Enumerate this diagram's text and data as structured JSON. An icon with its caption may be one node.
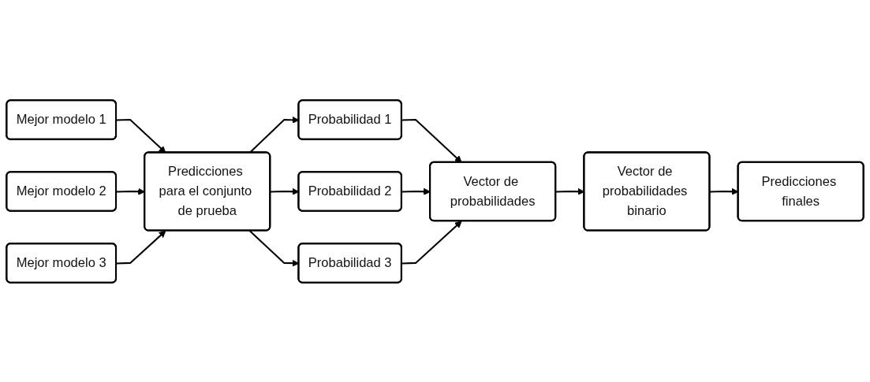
{
  "diagram": {
    "nodes": [
      {
        "text": [
          "Mejor modelo 1"
        ]
      },
      {
        "text": [
          "Mejor modelo 2"
        ]
      },
      {
        "text": [
          "Mejor modelo 3"
        ]
      },
      {
        "text": [
          "Predicciones para el conjunto de prueba"
        ]
      },
      {
        "text": [
          "Probabilidad 1"
        ]
      },
      {
        "text": [
          "Probabilidad 2"
        ]
      },
      {
        "text": [
          "Probabilidad 3"
        ]
      },
      {
        "text": [
          "Vector de probabilidades"
        ]
      },
      {
        "text": [
          "Vector de probabilidades binario"
        ]
      },
      {
        "text": [
          "Predicciones finales"
        ]
      }
    ],
    "edges": [
      {
        "from": 0,
        "to": 3,
        "arrow": "to"
      },
      {
        "from": 1,
        "to": 3,
        "arrow": "to"
      },
      {
        "from": 2,
        "to": 3,
        "arrow": "to"
      },
      {
        "from": 3,
        "to": 4,
        "arrow": "to"
      },
      {
        "from": 3,
        "to": 5,
        "arrow": "to"
      },
      {
        "from": 3,
        "to": 6,
        "arrow": "to"
      },
      {
        "from": 4,
        "to": 7,
        "arrow": "to"
      },
      {
        "from": 5,
        "to": 7,
        "arrow": "to"
      },
      {
        "from": 6,
        "to": 7,
        "arrow": "to"
      },
      {
        "from": 7,
        "to": 8,
        "arrow": "to"
      },
      {
        "from": 8,
        "to": 9,
        "arrow": "to"
      }
    ]
  }
}
